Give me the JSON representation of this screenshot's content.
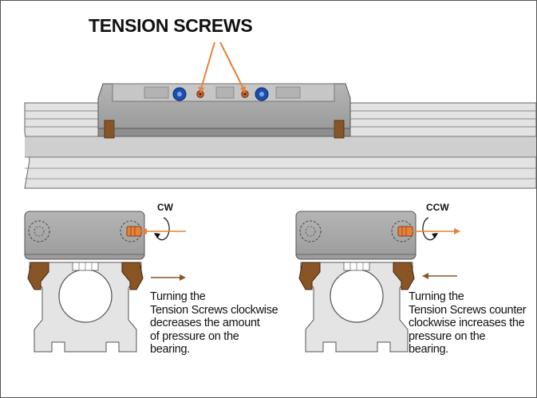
{
  "title": "TENSION SCREWS",
  "left_panel": {
    "direction_label": "CW",
    "caption_lines": [
      "Turning the",
      "Tension Screws clockwise",
      "decreases the amount",
      "of pressure on the",
      "bearing."
    ]
  },
  "right_panel": {
    "direction_label": "CCW",
    "caption_lines": [
      "Turning the",
      "Tension Screws counter",
      "clockwise increases the",
      "pressure on the",
      "bearing."
    ]
  },
  "colors": {
    "screw_orange": "#c8642a",
    "arrow_orange": "#e8803a",
    "blue_cap": "#1a4fb0",
    "bearing_brown": "#8a5524",
    "carriage_gray": "#a7a7a7",
    "rail_gray": "#d9d9d9"
  }
}
